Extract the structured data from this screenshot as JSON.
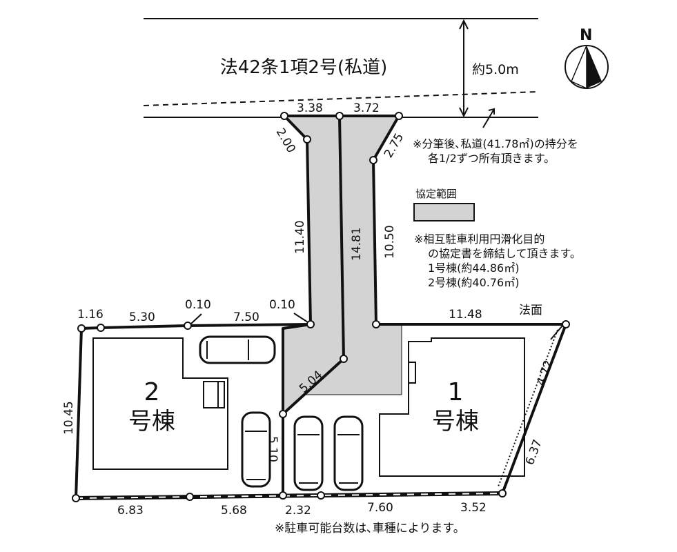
{
  "road": {
    "label": "法42条1項2号(私道)",
    "width_label": "約5.0m"
  },
  "north_label": "N",
  "road_note": [
    "※分筆後､私道(41.78㎡)の持分を",
    "各1/2ずつ所有頂きます。"
  ],
  "legend": {
    "label": "協定範囲",
    "color": "#d3d3d3"
  },
  "agreement_note": [
    "※相互駐車利用円滑化目的",
    "の協定書を締結して頂きます。",
    "1号棟(約44.86㎡)",
    "2号棟(約40.76㎡)"
  ],
  "slope_label": "法面",
  "buildings": {
    "b1": {
      "number": "1",
      "suffix": "号棟"
    },
    "b2": {
      "number": "2",
      "suffix": "号棟"
    }
  },
  "dimensions": {
    "d338": "3.38",
    "d372": "3.72",
    "d200": "2.00",
    "d275": "2.75",
    "d1140": "11.40",
    "d1481": "14.81",
    "d1050": "10.50",
    "d116": "1.16",
    "d530": "5.30",
    "d010a": "0.10",
    "d750": "7.50",
    "d010b": "0.10",
    "d1148": "11.48",
    "d472": "4.72",
    "d637": "6.37",
    "d504": "5.04",
    "d510": "5.10",
    "d1045": "10.45",
    "d683": "6.83",
    "d568": "5.68",
    "d232": "2.32",
    "d760": "7.60",
    "d352": "3.52"
  },
  "parking_note": "※駐車可能台数は､車種によります。"
}
